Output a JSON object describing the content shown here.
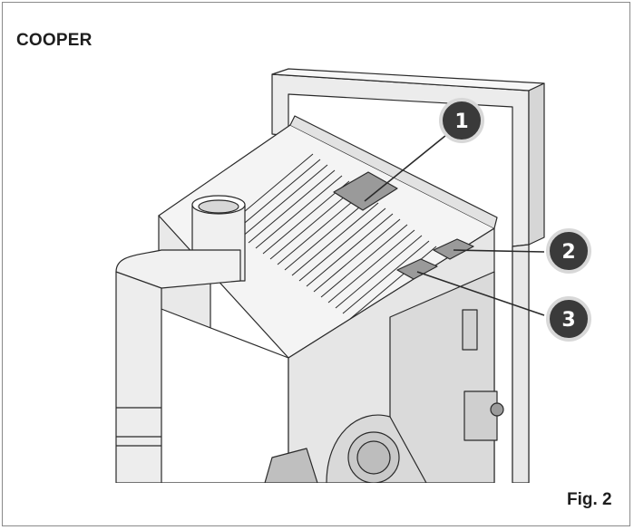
{
  "header": {
    "title": "COOPER"
  },
  "footer": {
    "figure_label": "Fig. 2"
  },
  "callouts": [
    {
      "number": "1",
      "target": "top-panel-access-cover"
    },
    {
      "number": "2",
      "target": "rear-right-plate"
    },
    {
      "number": "3",
      "target": "rear-left-plate"
    }
  ],
  "colors": {
    "badge_fill": "#3a3a3a",
    "badge_ring": "#d8d8d8",
    "highlight": "#9a9a9a",
    "line": "#2a2a2a",
    "panel_light": "#f4f4f4",
    "panel_mid": "#e4e4e4",
    "panel_dark": "#cfcfcf"
  }
}
